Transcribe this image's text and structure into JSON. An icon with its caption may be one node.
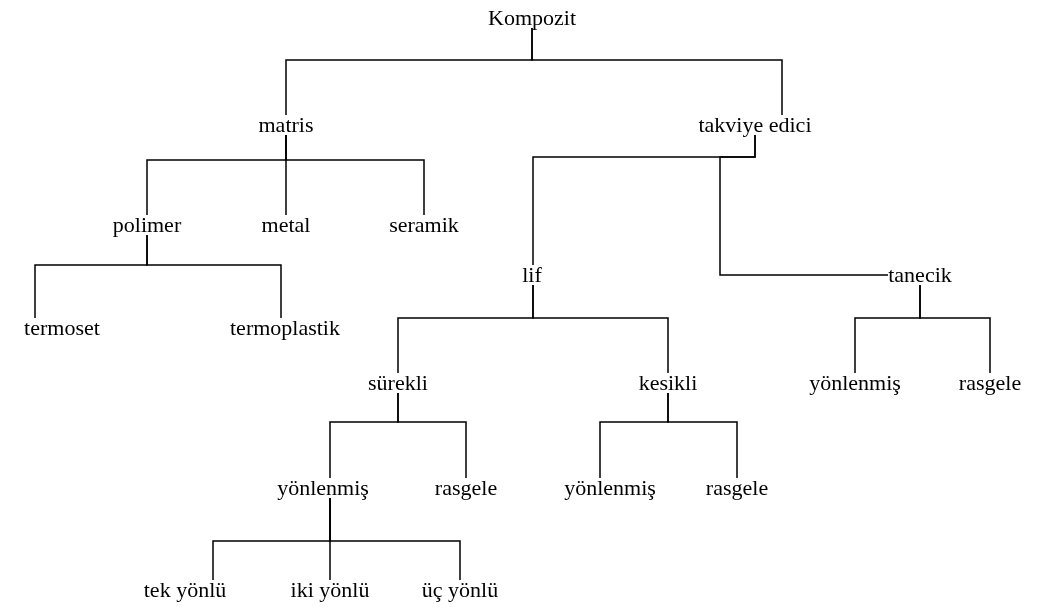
{
  "diagram": {
    "nodes": [
      {
        "text": [
          "Kompozit"
        ]
      },
      {
        "text": [
          "matris"
        ]
      },
      {
        "text": [
          "takviye edici"
        ]
      },
      {
        "text": [
          "polimer"
        ]
      },
      {
        "text": [
          "metal"
        ]
      },
      {
        "text": [
          "seramik"
        ]
      },
      {
        "text": [
          "lif"
        ]
      },
      {
        "text": [
          "tanecik"
        ]
      },
      {
        "text": [
          "termoset"
        ]
      },
      {
        "text": [
          "termoplastik"
        ]
      },
      {
        "text": [
          "sürekli"
        ]
      },
      {
        "text": [
          "kesikli"
        ]
      },
      {
        "text": [
          "yönlenmiş"
        ]
      },
      {
        "text": [
          "rasgele"
        ]
      },
      {
        "text": [
          "yönlenmiş"
        ]
      },
      {
        "text": [
          "rasgele"
        ]
      },
      {
        "text": [
          "yönlenmiş"
        ]
      },
      {
        "text": [
          "rasgele"
        ]
      },
      {
        "text": [
          "tek yönlü"
        ]
      },
      {
        "text": [
          "iki yönlü"
        ]
      },
      {
        "text": [
          "üç yönlü"
        ]
      }
    ],
    "edges": [
      {
        "from": 0,
        "to": 1,
        "arrow": "none"
      },
      {
        "from": 0,
        "to": 2,
        "arrow": "none"
      },
      {
        "from": 1,
        "to": 3,
        "arrow": "none"
      },
      {
        "from": 1,
        "to": 4,
        "arrow": "none"
      },
      {
        "from": 1,
        "to": 5,
        "arrow": "none"
      },
      {
        "from": 2,
        "to": 6,
        "arrow": "none"
      },
      {
        "from": 2,
        "to": 7,
        "arrow": "none"
      },
      {
        "from": 3,
        "to": 8,
        "arrow": "none"
      },
      {
        "from": 3,
        "to": 9,
        "arrow": "none"
      },
      {
        "from": 6,
        "to": 10,
        "arrow": "none"
      },
      {
        "from": 6,
        "to": 11,
        "arrow": "none"
      },
      {
        "from": 7,
        "to": 12,
        "arrow": "none"
      },
      {
        "from": 7,
        "to": 13,
        "arrow": "none"
      },
      {
        "from": 10,
        "to": 14,
        "arrow": "none"
      },
      {
        "from": 10,
        "to": 15,
        "arrow": "none"
      },
      {
        "from": 11,
        "to": 16,
        "arrow": "none"
      },
      {
        "from": 11,
        "to": 17,
        "arrow": "none"
      },
      {
        "from": 14,
        "to": 18,
        "arrow": "none"
      },
      {
        "from": 14,
        "to": 19,
        "arrow": "none"
      },
      {
        "from": 14,
        "to": 20,
        "arrow": "none"
      }
    ]
  }
}
